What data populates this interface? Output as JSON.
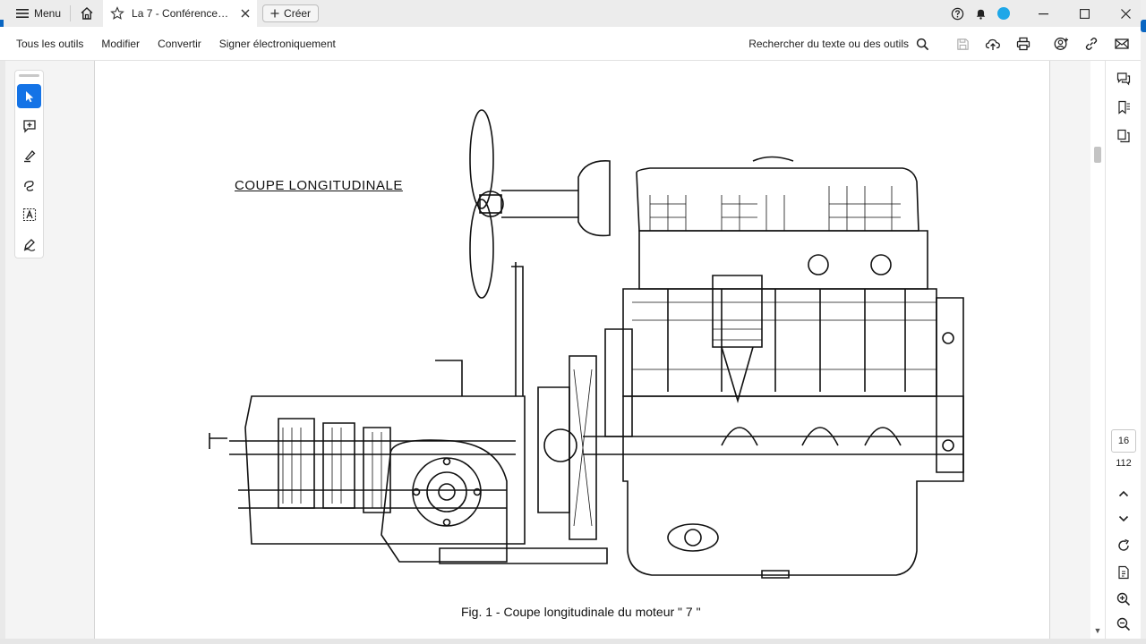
{
  "titlebar": {
    "menu_label": "Menu",
    "tab_title": "La 7 - Conférences te...",
    "create_label": "Créer"
  },
  "menubar": {
    "items": [
      "Tous les outils",
      "Modifier",
      "Convertir",
      "Signer électroniquement"
    ],
    "search_label": "Rechercher du texte ou des outils"
  },
  "document": {
    "section_title": "COUPE   LONGITUDINALE",
    "caption": "Fig.  1  -  Coupe longitudinale du moteur \" 7 \""
  },
  "navigation": {
    "current_page": "16",
    "total_pages": "112"
  },
  "colors": {
    "accent": "#1473e6",
    "avatar": "#1ea7e8"
  }
}
